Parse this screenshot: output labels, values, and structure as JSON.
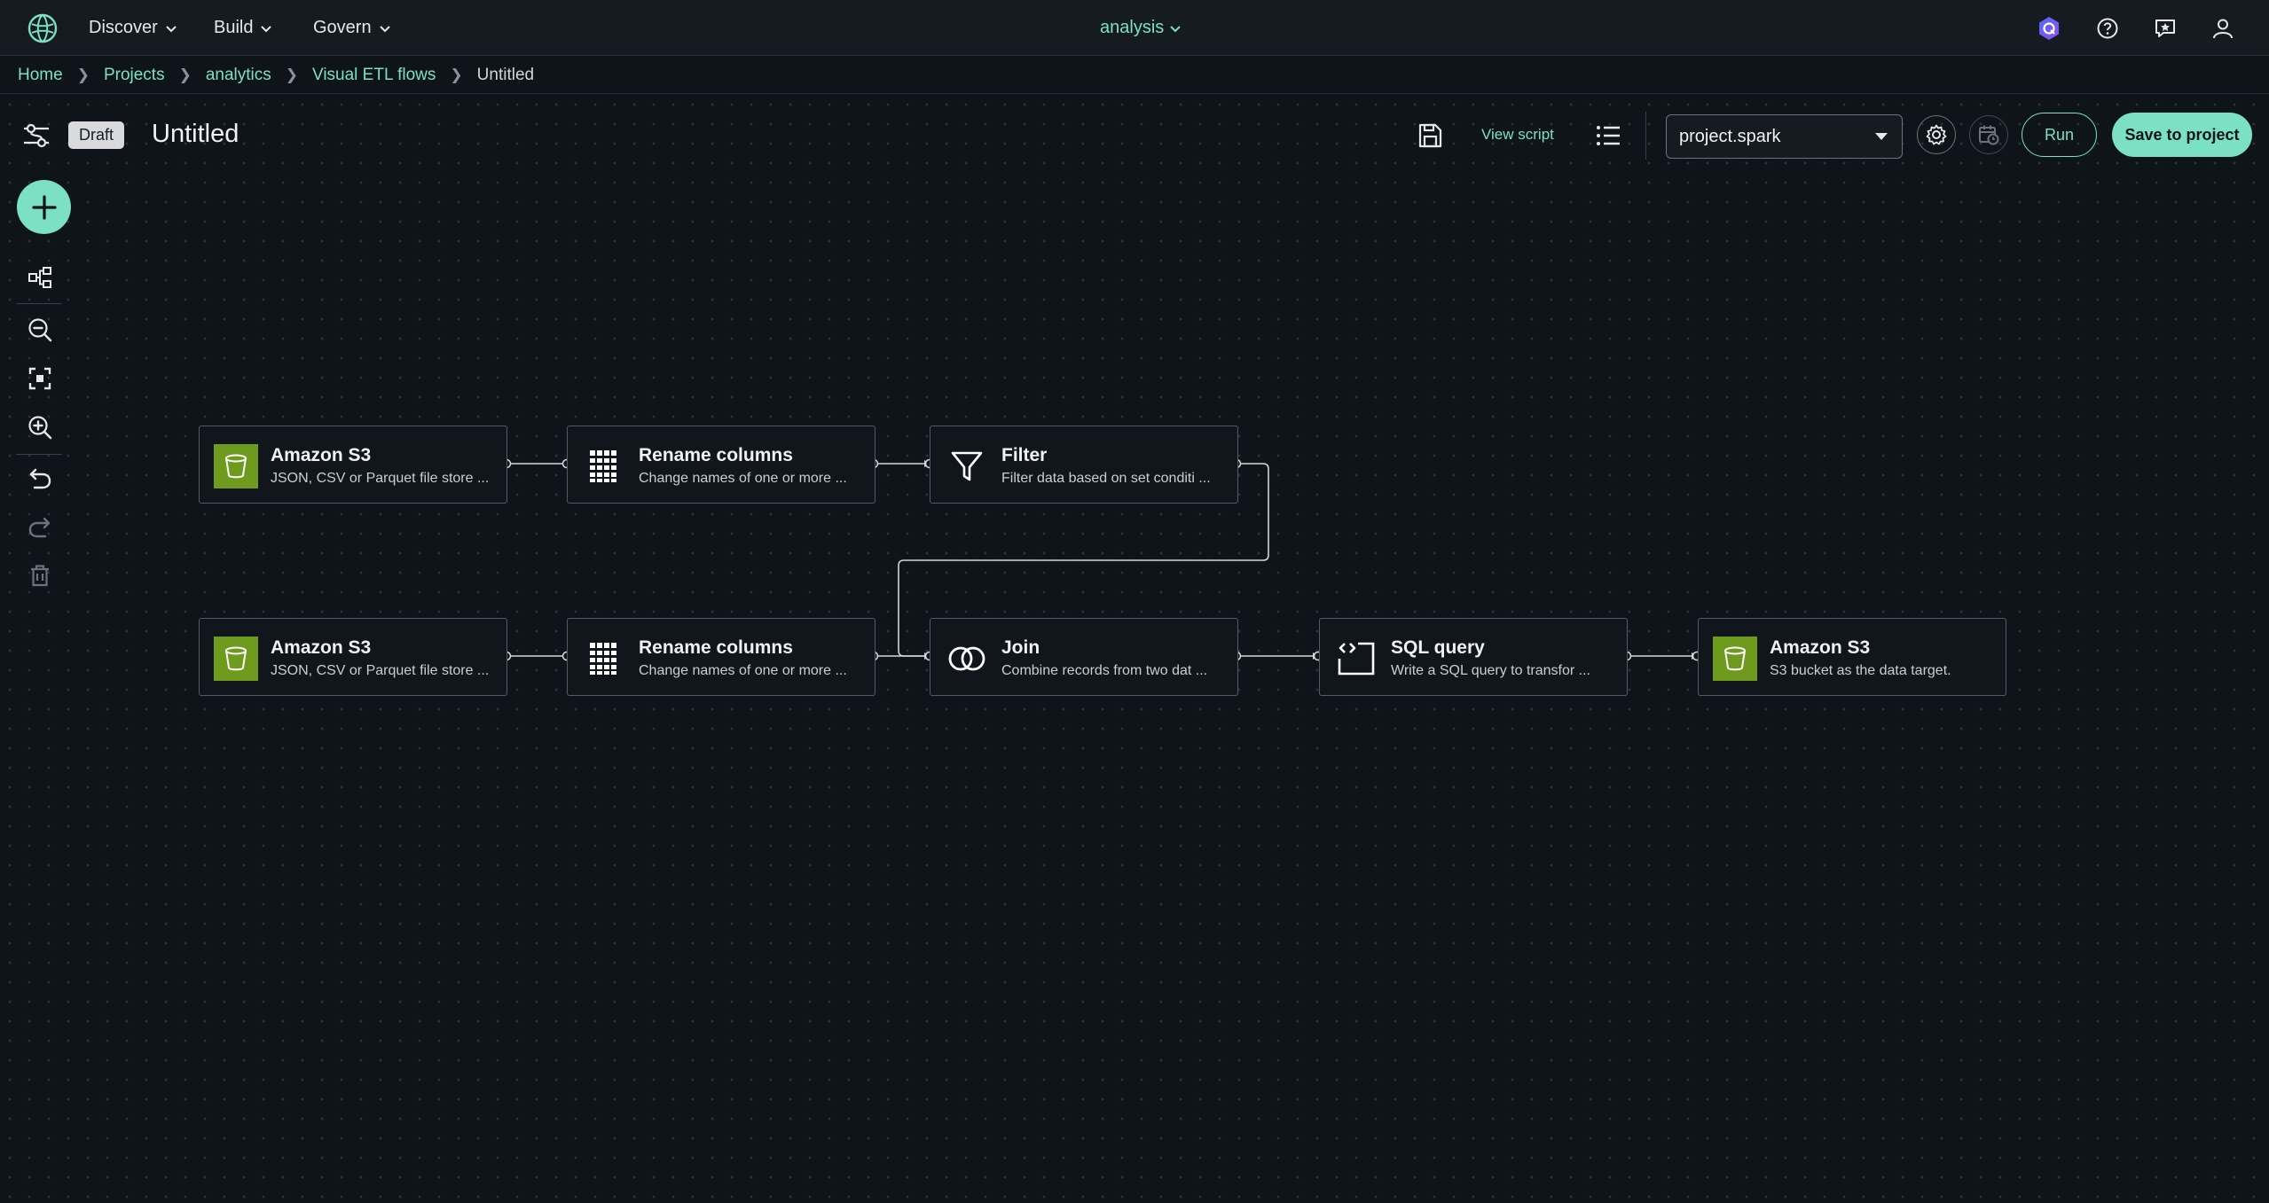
{
  "nav": {
    "menus": [
      "Discover",
      "Build",
      "Govern"
    ],
    "project": "analysis"
  },
  "breadcrumb": {
    "items": [
      "Home",
      "Projects",
      "analytics",
      "Visual ETL flows"
    ],
    "current": "Untitled"
  },
  "flow": {
    "status_badge": "Draft",
    "title": "Untitled",
    "view_script_label": "View script",
    "compute_value": "project.spark",
    "run_label": "Run",
    "save_label": "Save to project"
  },
  "nodes": [
    {
      "title": "Amazon S3",
      "description": "JSON, CSV or Parquet file store ...",
      "icon": "s3-bucket-icon"
    },
    {
      "title": "Rename columns",
      "description": "Change names of one or more  ...",
      "icon": "grid-icon"
    },
    {
      "title": "Filter",
      "description": "Filter data based on set conditi ...",
      "icon": "funnel-icon"
    },
    {
      "title": "Amazon S3",
      "description": "JSON, CSV or Parquet file store ...",
      "icon": "s3-bucket-icon"
    },
    {
      "title": "Rename columns",
      "description": "Change names of one or more  ...",
      "icon": "grid-icon"
    },
    {
      "title": "Join",
      "description": "Combine records from two dat  ...",
      "icon": "join-circles-icon"
    },
    {
      "title": "SQL query",
      "description": "Write a SQL query to transfor   ...",
      "icon": "code-icon"
    },
    {
      "title": "Amazon S3",
      "description": "S3 bucket as the data target.",
      "icon": "s3-bucket-icon"
    }
  ],
  "colors": {
    "accent": "#7be0c4",
    "background": "#0f141a",
    "s3": "#6e9a1e"
  }
}
